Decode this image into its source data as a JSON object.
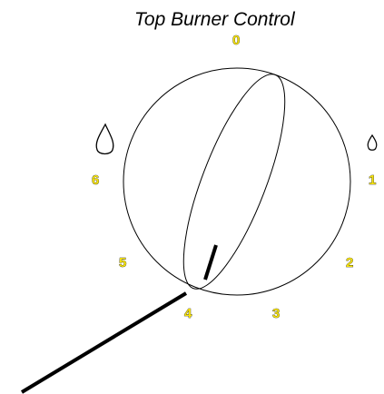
{
  "diagram": {
    "title": "Top Burner Control",
    "label_color": "#f5e211",
    "line_color": "#000000",
    "positions": {
      "p0": "0",
      "p1": "1",
      "p2": "2",
      "p3": "3",
      "p4": "4",
      "p5": "5",
      "p6": "6"
    },
    "icons": {
      "flame_large": "flame-outline-icon",
      "flame_small": "flame-outline-icon"
    }
  }
}
